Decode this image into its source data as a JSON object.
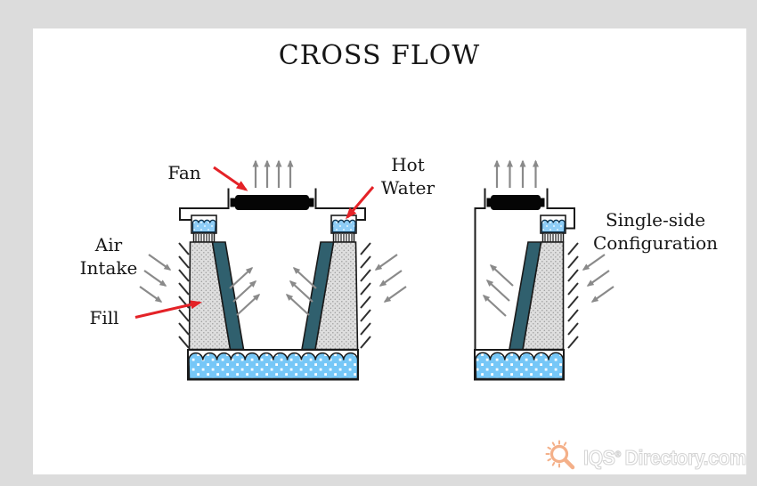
{
  "title": "CROSS FLOW",
  "labels": {
    "fan": "Fan",
    "hot_water": "Hot\nWater",
    "air_intake": "Air\nIntake",
    "fill": "Fill",
    "single_side": "Single-side\nConfiguration"
  },
  "watermark": {
    "brand": "IQS",
    "registered": "®",
    "suffix": "Directory.com",
    "icon": "magnifier-gear-icon"
  },
  "colors": {
    "frame_background": "#dcdcdc",
    "canvas": "#ffffff",
    "outline": "#1a1a1a",
    "fan_black": "#050505",
    "fill_media_gray": "#dedede",
    "fill_media_dots": "#9c9c9c",
    "drift_eliminator_teal": "#30606e",
    "basin_water_blue": "#76c7f7",
    "pan_water_blue": "#8ecdf6",
    "annotation_arrow_red": "#e42227",
    "air_arrow_gray": "#8a8a8a",
    "watermark_orange": "#f4b089"
  }
}
